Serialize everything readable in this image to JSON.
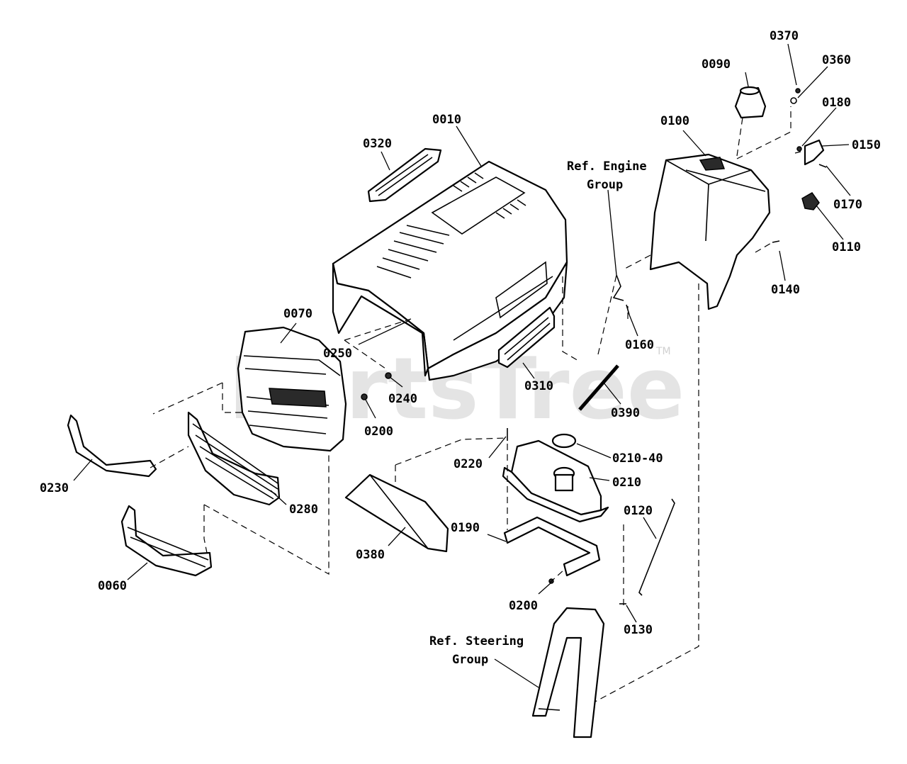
{
  "watermark": "PartsTree",
  "trademark": "TM",
  "references": {
    "engine_line1": "Ref. Engine",
    "engine_line2": "Group",
    "steering_line1": "Ref. Steering",
    "steering_line2": "Group"
  },
  "part_numbers": {
    "p0010": "0010",
    "p0320": "0320",
    "p0070": "0070",
    "p0250": "0250",
    "p0240": "0240",
    "p0200a": "0200",
    "p0310": "0310",
    "p0230": "0230",
    "p0280": "0280",
    "p0060": "0060",
    "p0380": "0380",
    "p0090": "0090",
    "p0370": "0370",
    "p0360": "0360",
    "p0180": "0180",
    "p0150": "0150",
    "p0170": "0170",
    "p0110": "0110",
    "p0100": "0100",
    "p0140": "0140",
    "p0160": "0160",
    "p0390": "0390",
    "p0220": "0220",
    "p0210_40": "0210-40",
    "p0210": "0210",
    "p0190": "0190",
    "p0120": "0120",
    "p0200b": "0200",
    "p0130": "0130"
  }
}
